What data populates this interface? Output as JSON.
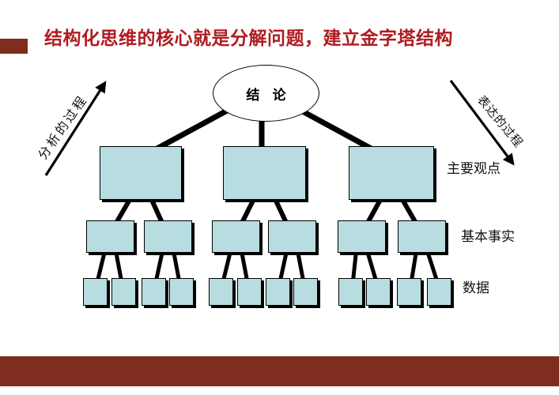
{
  "slide": {
    "title": "结构化思维的核心就是分解问题，建立金字塔结构",
    "title_color": "#B01B20",
    "accent_color": "#7E2D1E",
    "background": "#FFFFFF"
  },
  "diagram": {
    "type": "pyramid-tree",
    "root_label": "结 论",
    "left_arrow_label": "分析的过程",
    "right_arrow_label": "表达的过程",
    "side_labels": [
      "主要观点",
      "基本事实",
      "数据"
    ],
    "box_fill": "#B7DDE1",
    "box_border": "#000000",
    "levels": [
      {
        "label": "结论",
        "count": 1
      },
      {
        "label": "主要观点",
        "count": 3
      },
      {
        "label": "基本事实",
        "count": 6
      },
      {
        "label": "数据",
        "count": 12
      }
    ]
  }
}
